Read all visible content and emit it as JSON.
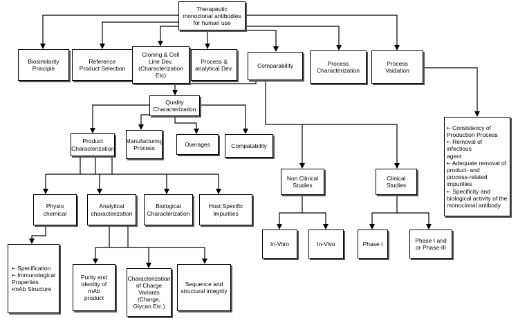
{
  "diagram": {
    "root": "Therapeutic\nmonoclonal antibodies\nfor human use",
    "level1": {
      "biosimilarity": "Biosimilarity\nPrinciple",
      "reference": "Reference\nProduct Selection",
      "cloning": "Cloning & Cell\nLine Dev.\n(Characterization\nEtc)",
      "process_dev": "Process &\nanalytical Dev.",
      "comparability": "Comparability",
      "process_char": "Process\nCharacterization",
      "process_val": "Process Vaidation"
    },
    "quality": {
      "title": "Quality\nCharacterization",
      "product_char": "Product\nCharacterization",
      "manufacturing": "Manufacturing\nProcess",
      "overages": "Overages",
      "compatability": "Compatability"
    },
    "product": {
      "physio": "Physio\nchemical",
      "analytical": "Analytical\ncharacterization",
      "biological": "Biological\nCharacterization",
      "host": "Host Specific\nImpurities"
    },
    "physio_detail": "•- Specification\n•- Immunological\nProperties\n•mAb Structure",
    "analytical_sub": {
      "purity": "Purity and\nidentity of mAb\nproduct",
      "charge": "Characterization\nof Charge\nVariants\n(Charge,\nGlycan Etc.)",
      "sequence": "Sequence and\nstructural integrity"
    },
    "studies": {
      "non_clinical": "Non Clinical\nStudies",
      "clinical": "Clinical\nStudies",
      "in_vitro": "In-Vitro",
      "in_vivo": "In-Vivo",
      "phase1": "Phase I",
      "phase23": "Phase I and\nor Phase-III"
    },
    "validation_detail": "•- Consistency of\nProduction Process\n•- Removal of infectious\nagent\n•- Adequate removal of\nproduct- and\nprocess-related\nimpurities\n•- Specificity and\nbiological activity of the\nmonoclonal antibody"
  }
}
